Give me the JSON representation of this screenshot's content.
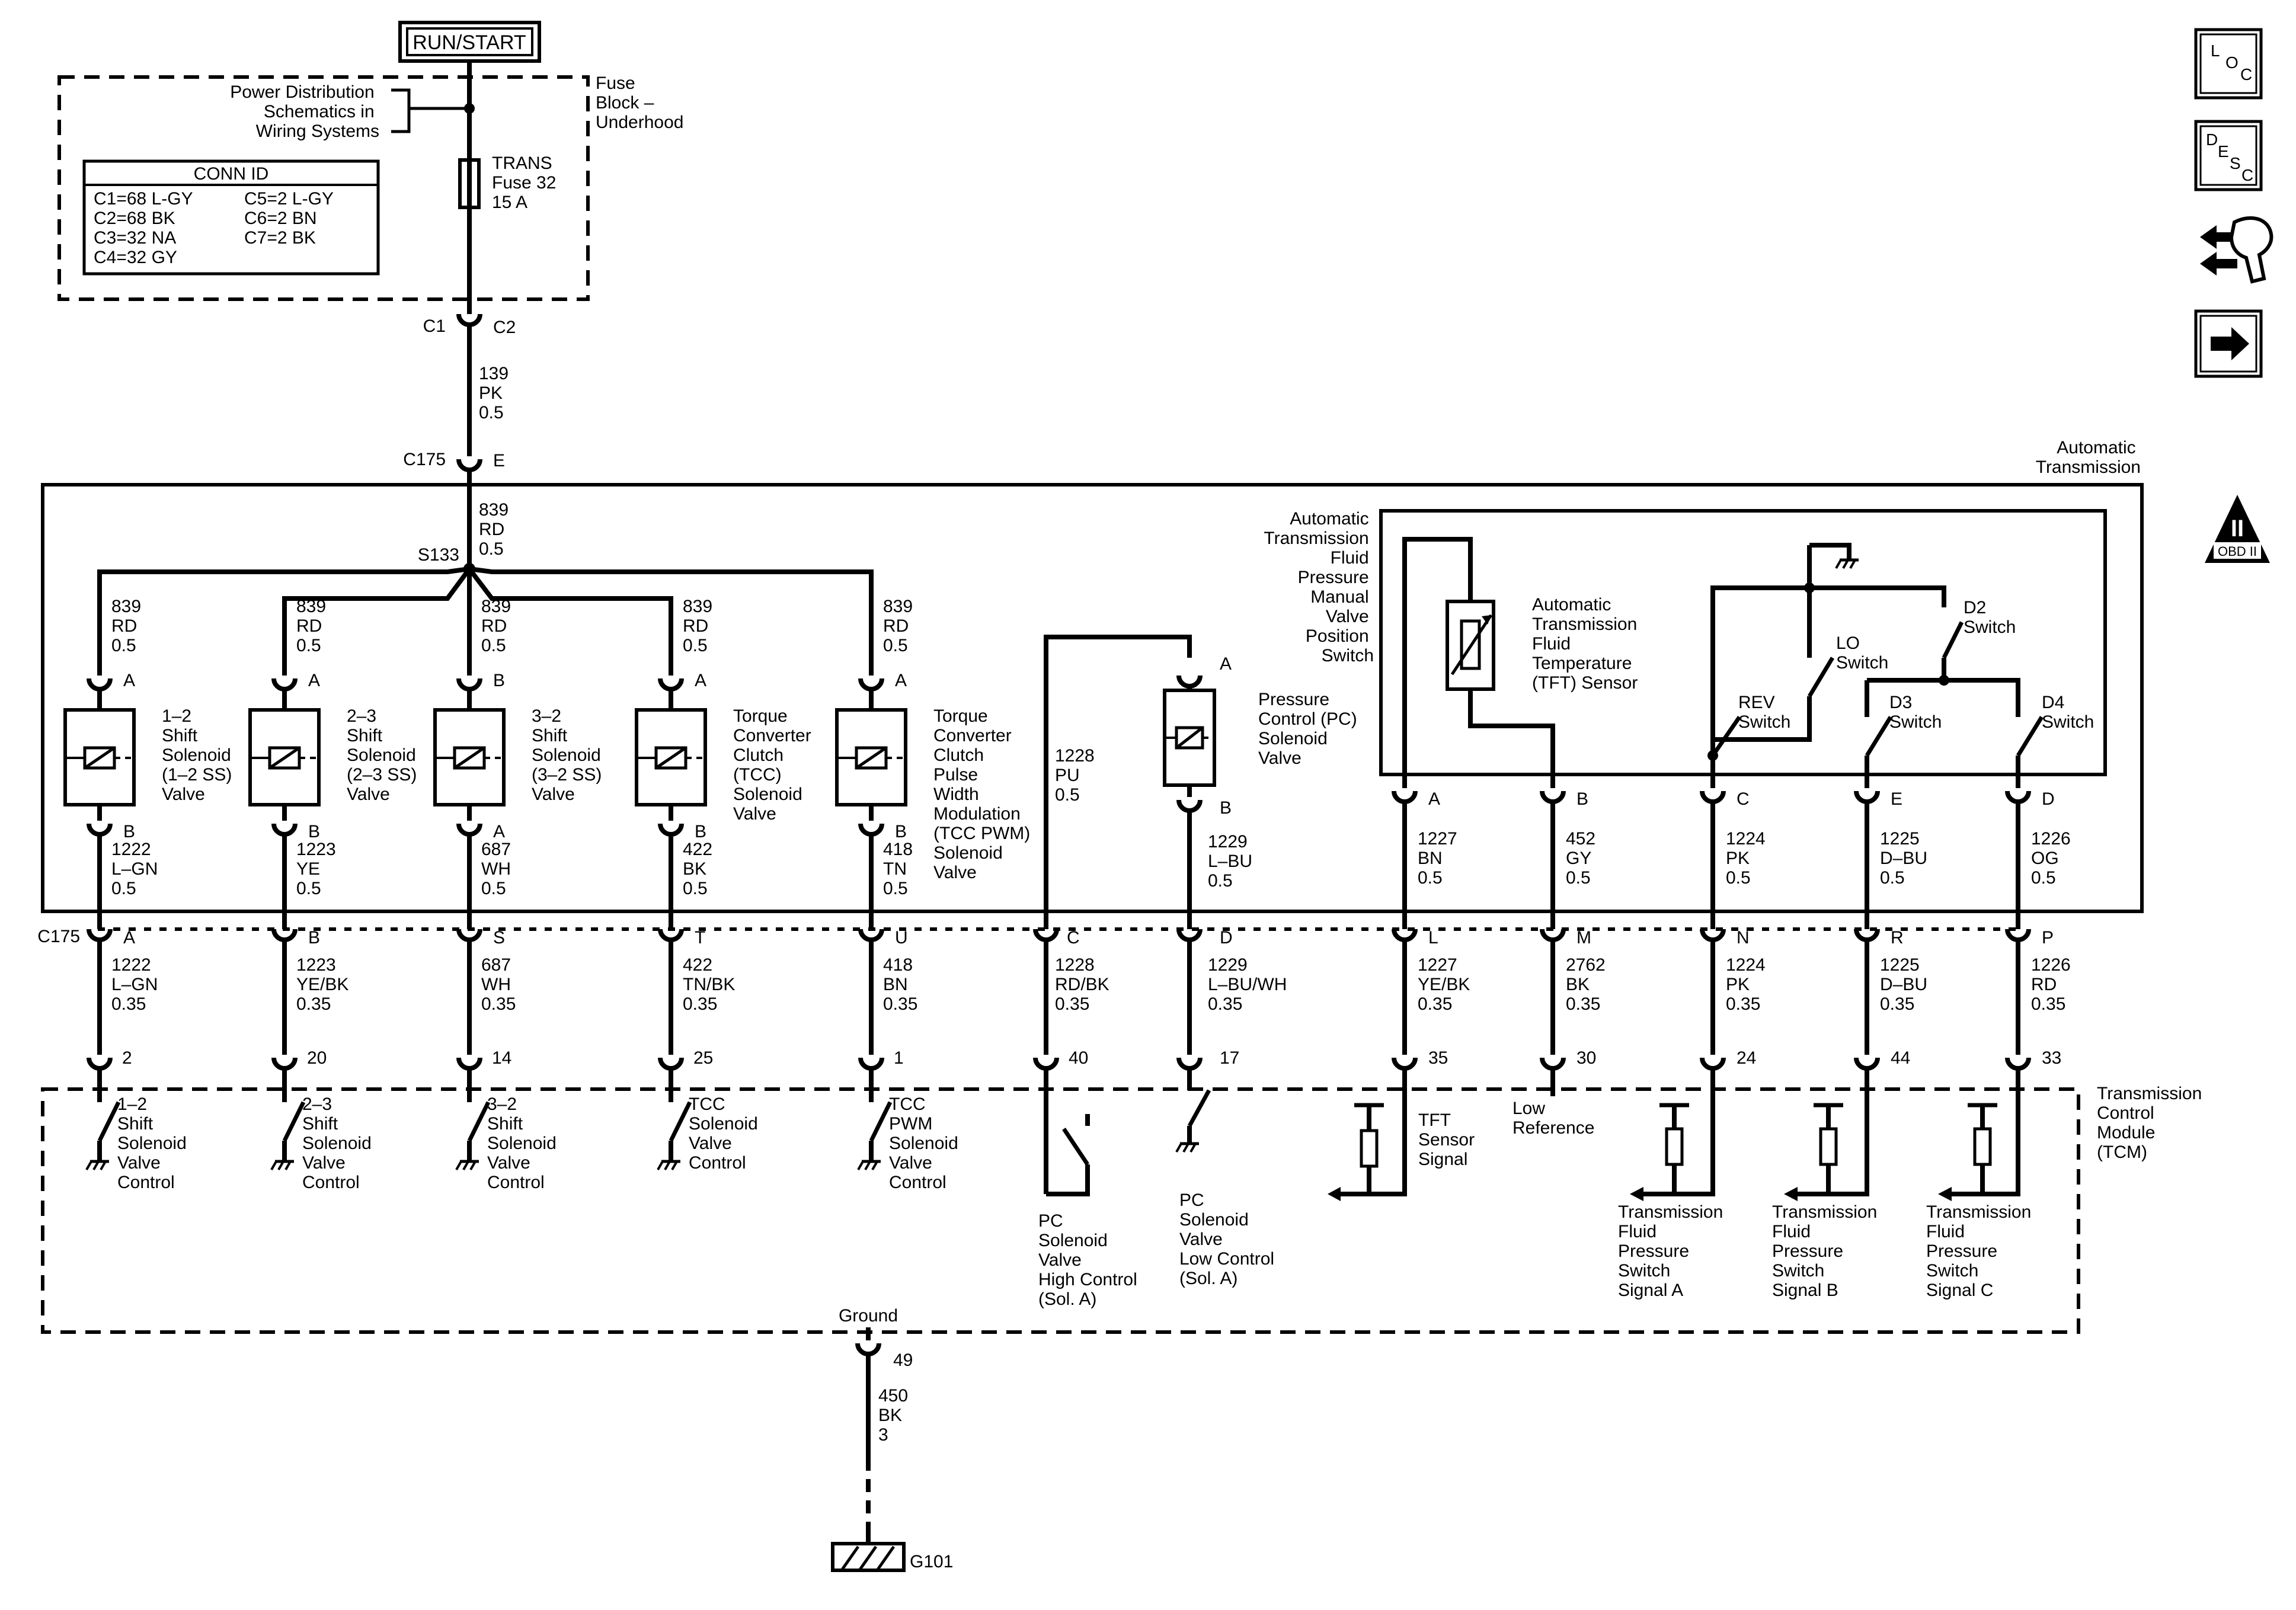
{
  "power": {
    "run_start": "RUN/START",
    "pds_lines": [
      "Power Distribution",
      "Schematics in",
      "Wiring Systems"
    ],
    "fuse_block_lines": [
      "Fuse",
      "Block –",
      "Underhood"
    ],
    "fuse_lines": [
      "TRANS",
      "Fuse 32",
      "15 A"
    ],
    "conn_id_title": "CONN ID",
    "conn_id_left": [
      "C1=68 L-GY",
      "C2=68 BK",
      "C3=32 NA",
      "C4=32 GY"
    ],
    "conn_id_right": [
      "C5=2 L-GY",
      "C6=2 BN",
      "C7=2 BK"
    ],
    "c1": "C1",
    "c2": "C2",
    "feed_wire": [
      "139",
      "PK",
      "0.5"
    ],
    "c175": "C175",
    "c175_pin": "E",
    "main_wire": [
      "839",
      "RD",
      "0.5"
    ],
    "splice": "S133"
  },
  "auto_trans_lines": [
    "Automatic",
    "Transmission"
  ],
  "solenoids": [
    {
      "id": "s12",
      "wire": [
        "839",
        "RD",
        "0.5"
      ],
      "top_pin": "A",
      "label": [
        "1–2",
        "Shift",
        "Solenoid",
        "(1–2 SS)",
        "Valve"
      ],
      "bot_pin": "B",
      "out_wire": [
        "1222",
        "L–GN",
        "0.5"
      ],
      "c175_pin": "A",
      "harness_wire": [
        "1222",
        "L–GN",
        "0.35"
      ],
      "tcm_pin": "2",
      "tcm_label": [
        "1–2",
        "Shift",
        "Solenoid",
        "Valve",
        "Control"
      ]
    },
    {
      "id": "s23",
      "wire": [
        "839",
        "RD",
        "0.5"
      ],
      "top_pin": "A",
      "label": [
        "2–3",
        "Shift",
        "Solenoid",
        "(2–3 SS)",
        "Valve"
      ],
      "bot_pin": "B",
      "out_wire": [
        "1223",
        "YE",
        "0.5"
      ],
      "c175_pin": "B",
      "harness_wire": [
        "1223",
        "YE/BK",
        "0.35"
      ],
      "tcm_pin": "20",
      "tcm_label": [
        "2–3",
        "Shift",
        "Solenoid",
        "Valve",
        "Control"
      ]
    },
    {
      "id": "s32",
      "wire": [
        "839",
        "RD",
        "0.5"
      ],
      "top_pin": "B",
      "label": [
        "3–2",
        "Shift",
        "Solenoid",
        "(3–2 SS)",
        "Valve"
      ],
      "bot_pin": "A",
      "out_wire": [
        "687",
        "WH",
        "0.5"
      ],
      "c175_pin": "S",
      "harness_wire": [
        "687",
        "WH",
        "0.35"
      ],
      "tcm_pin": "14",
      "tcm_label": [
        "3–2",
        "Shift",
        "Solenoid",
        "Valve",
        "Control"
      ]
    },
    {
      "id": "tcc",
      "wire": [
        "839",
        "RD",
        "0.5"
      ],
      "top_pin": "A",
      "label": [
        "Torque",
        "Converter",
        "Clutch",
        "(TCC)",
        "Solenoid",
        "Valve"
      ],
      "bot_pin": "B",
      "out_wire": [
        "422",
        "BK",
        "0.5"
      ],
      "c175_pin": "T",
      "harness_wire": [
        "422",
        "TN/BK",
        "0.35"
      ],
      "tcm_pin": "25",
      "tcm_label": [
        "TCC",
        "Solenoid",
        "Valve",
        "Control"
      ]
    },
    {
      "id": "pwm",
      "wire": [
        "839",
        "RD",
        "0.5"
      ],
      "top_pin": "A",
      "label": [
        "Torque",
        "Converter",
        "Clutch",
        "Pulse",
        "Width",
        "Modulation",
        "(TCC PWM)",
        "Solenoid",
        "Valve"
      ],
      "bot_pin": "B",
      "out_wire": [
        "418",
        "TN",
        "0.5"
      ],
      "c175_pin": "U",
      "harness_wire": [
        "418",
        "BN",
        "0.35"
      ],
      "tcm_pin": "1",
      "tcm_label": [
        "TCC",
        "PWM",
        "Solenoid",
        "Valve",
        "Control"
      ]
    }
  ],
  "pc": {
    "high_wire": [
      "1228",
      "PU",
      "0.5"
    ],
    "top_pin": "A",
    "label": [
      "Pressure",
      "Control (PC)",
      "Solenoid",
      "Valve"
    ],
    "bot_pin": "B",
    "low_wire": [
      "1229",
      "L–BU",
      "0.5"
    ],
    "high_c175_pin": "C",
    "high_harness": [
      "1228",
      "RD/BK",
      "0.35"
    ],
    "high_tcm_pin": "40",
    "high_tcm_label": [
      "PC",
      "Solenoid",
      "Valve",
      "High Control",
      "(Sol. A)"
    ],
    "low_c175_pin": "D",
    "low_harness": [
      "1229",
      "L–BU/WH",
      "0.35"
    ],
    "low_tcm_pin": "17",
    "low_tcm_label": [
      "PC",
      "Solenoid",
      "Valve",
      "Low Control",
      "(Sol. A)"
    ]
  },
  "afp": {
    "label": [
      "Automatic",
      "Transmission",
      "Fluid",
      "Pressure",
      "Manual",
      "Valve",
      "Position",
      "Switch"
    ],
    "tft_label": [
      "Automatic",
      "Transmission",
      "Fluid",
      "Temperature",
      "(TFT) Sensor"
    ],
    "switches": {
      "lo": [
        "LO",
        "Switch"
      ],
      "d2": [
        "D2",
        "Switch"
      ],
      "rev": [
        "REV",
        "Switch"
      ],
      "d3": [
        "D3",
        "Switch"
      ],
      "d4": [
        "D4",
        "Switch"
      ]
    },
    "pins": [
      {
        "id": "a",
        "pin": "A",
        "wire": [
          "1227",
          "BN",
          "0.5"
        ],
        "c175_pin": "L",
        "harness": [
          "1227",
          "YE/BK",
          "0.35"
        ],
        "tcm_pin": "35"
      },
      {
        "id": "b",
        "pin": "B",
        "wire": [
          "452",
          "GY",
          "0.5"
        ],
        "c175_pin": "M",
        "harness": [
          "2762",
          "BK",
          "0.35"
        ],
        "tcm_pin": "30"
      },
      {
        "id": "c",
        "pin": "C",
        "wire": [
          "1224",
          "PK",
          "0.5"
        ],
        "c175_pin": "N",
        "harness": [
          "1224",
          "PK",
          "0.35"
        ],
        "tcm_pin": "24"
      },
      {
        "id": "e",
        "pin": "E",
        "wire": [
          "1225",
          "D–BU",
          "0.5"
        ],
        "c175_pin": "R",
        "harness": [
          "1225",
          "D–BU",
          "0.35"
        ],
        "tcm_pin": "44"
      },
      {
        "id": "d",
        "pin": "D",
        "wire": [
          "1226",
          "OG",
          "0.5"
        ],
        "c175_pin": "P",
        "harness": [
          "1226",
          "RD",
          "0.35"
        ],
        "tcm_pin": "33"
      }
    ]
  },
  "tcm": {
    "label": [
      "Transmission",
      "Control",
      "Module",
      "(TCM)"
    ],
    "tft_signal": [
      "TFT",
      "Sensor",
      "Signal"
    ],
    "low_ref": [
      "Low",
      "Reference"
    ],
    "tfp_a": [
      "Transmission",
      "Fluid",
      "Pressure",
      "Switch",
      "Signal A"
    ],
    "tfp_b": [
      "Transmission",
      "Fluid",
      "Pressure",
      "Switch",
      "Signal B"
    ],
    "tfp_c": [
      "Transmission",
      "Fluid",
      "Pressure",
      "Switch",
      "Signal C"
    ],
    "ground_label": "Ground",
    "ground_pin": "49",
    "ground_wire": [
      "450",
      "BK",
      "3"
    ],
    "ground_id": "G101"
  },
  "right_icons": {
    "loc": [
      "L",
      "O",
      "C"
    ],
    "desc": [
      "D",
      "E",
      "S",
      "C"
    ],
    "obd": [
      "II",
      "OBD II"
    ]
  }
}
